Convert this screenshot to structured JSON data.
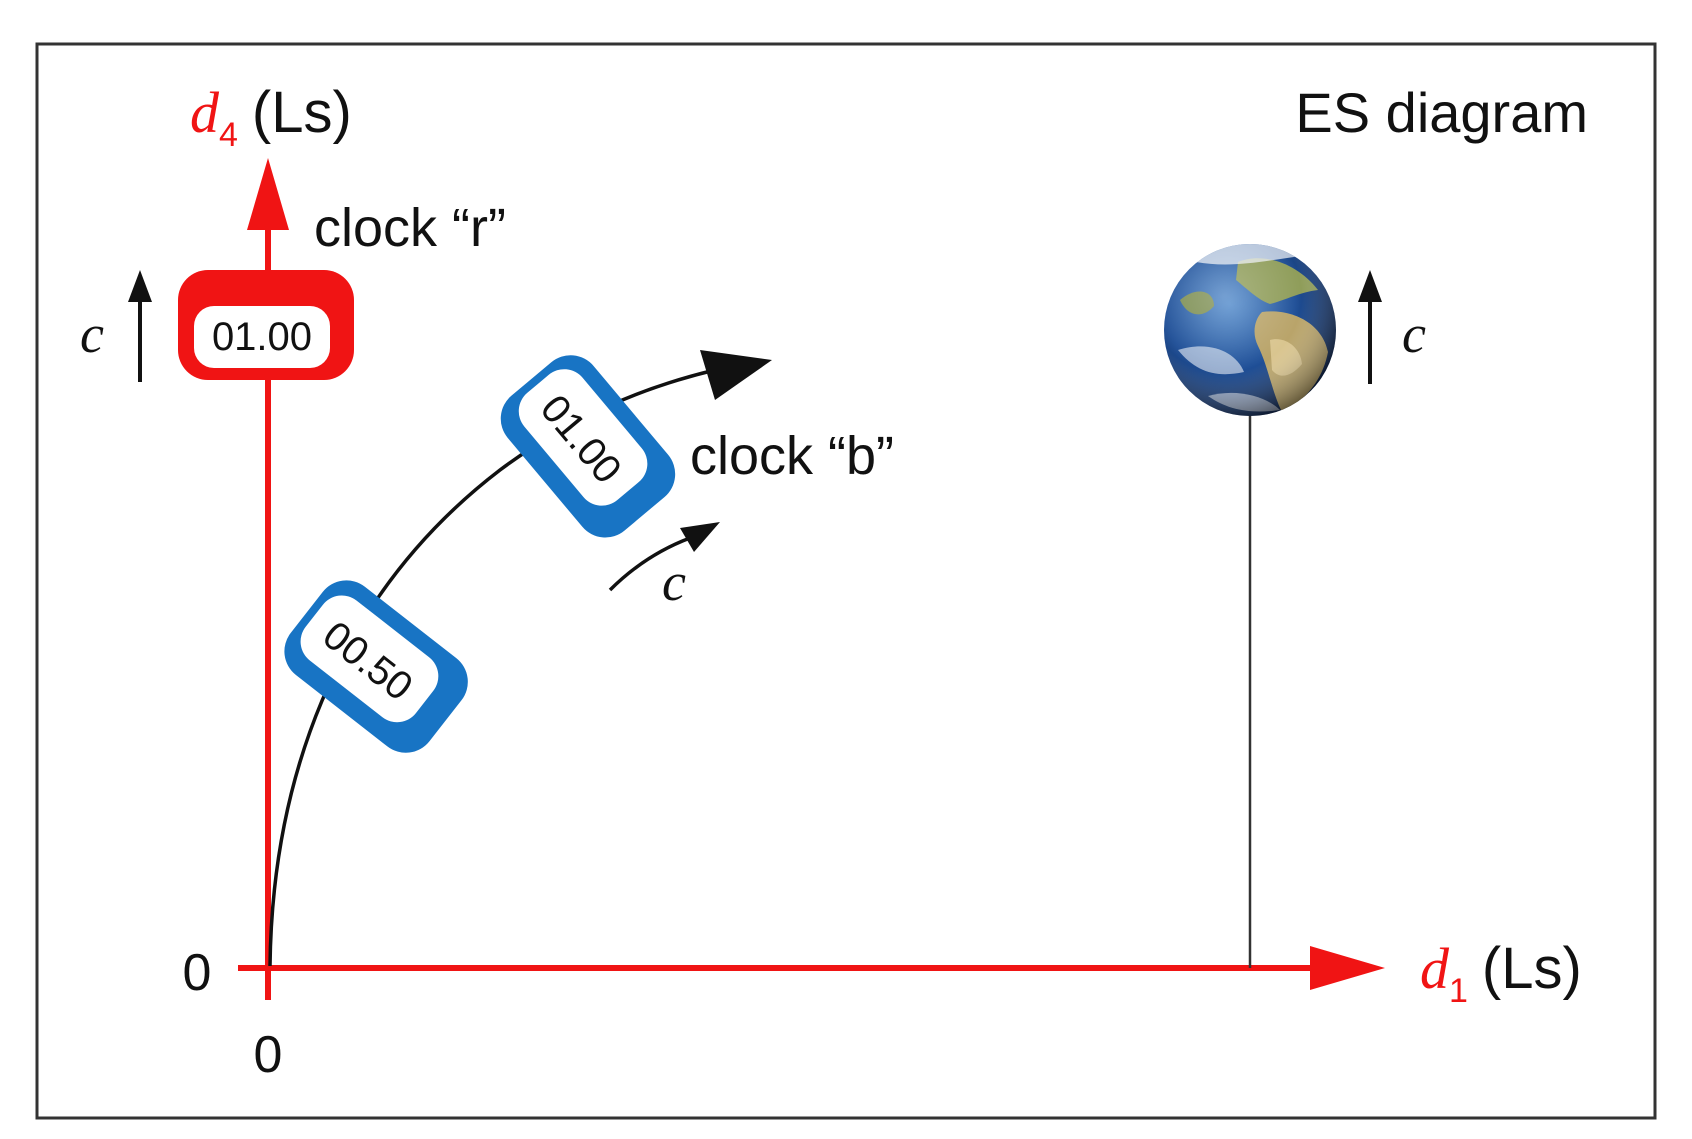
{
  "diagram": {
    "title": "ES diagram",
    "colors": {
      "axis": "#f01414",
      "clock_b": "#1874c4",
      "ink": "#111111",
      "frame": "#333333"
    },
    "axes": {
      "vertical": {
        "symbol": "d",
        "subscript": "4",
        "unit": "(Ls)",
        "origin_label": "0"
      },
      "horizontal": {
        "symbol": "d",
        "subscript": "1",
        "unit": "(Ls)",
        "origin_label": "0"
      }
    },
    "clock_r": {
      "label": "clock “r”",
      "reading": "01.00",
      "velocity_label": "c"
    },
    "clock_b": {
      "label": "clock “b”",
      "readings": [
        "00.50",
        "01.00"
      ],
      "velocity_label": "c"
    },
    "earth": {
      "icon": "earth-globe-icon",
      "velocity_label": "c"
    }
  }
}
